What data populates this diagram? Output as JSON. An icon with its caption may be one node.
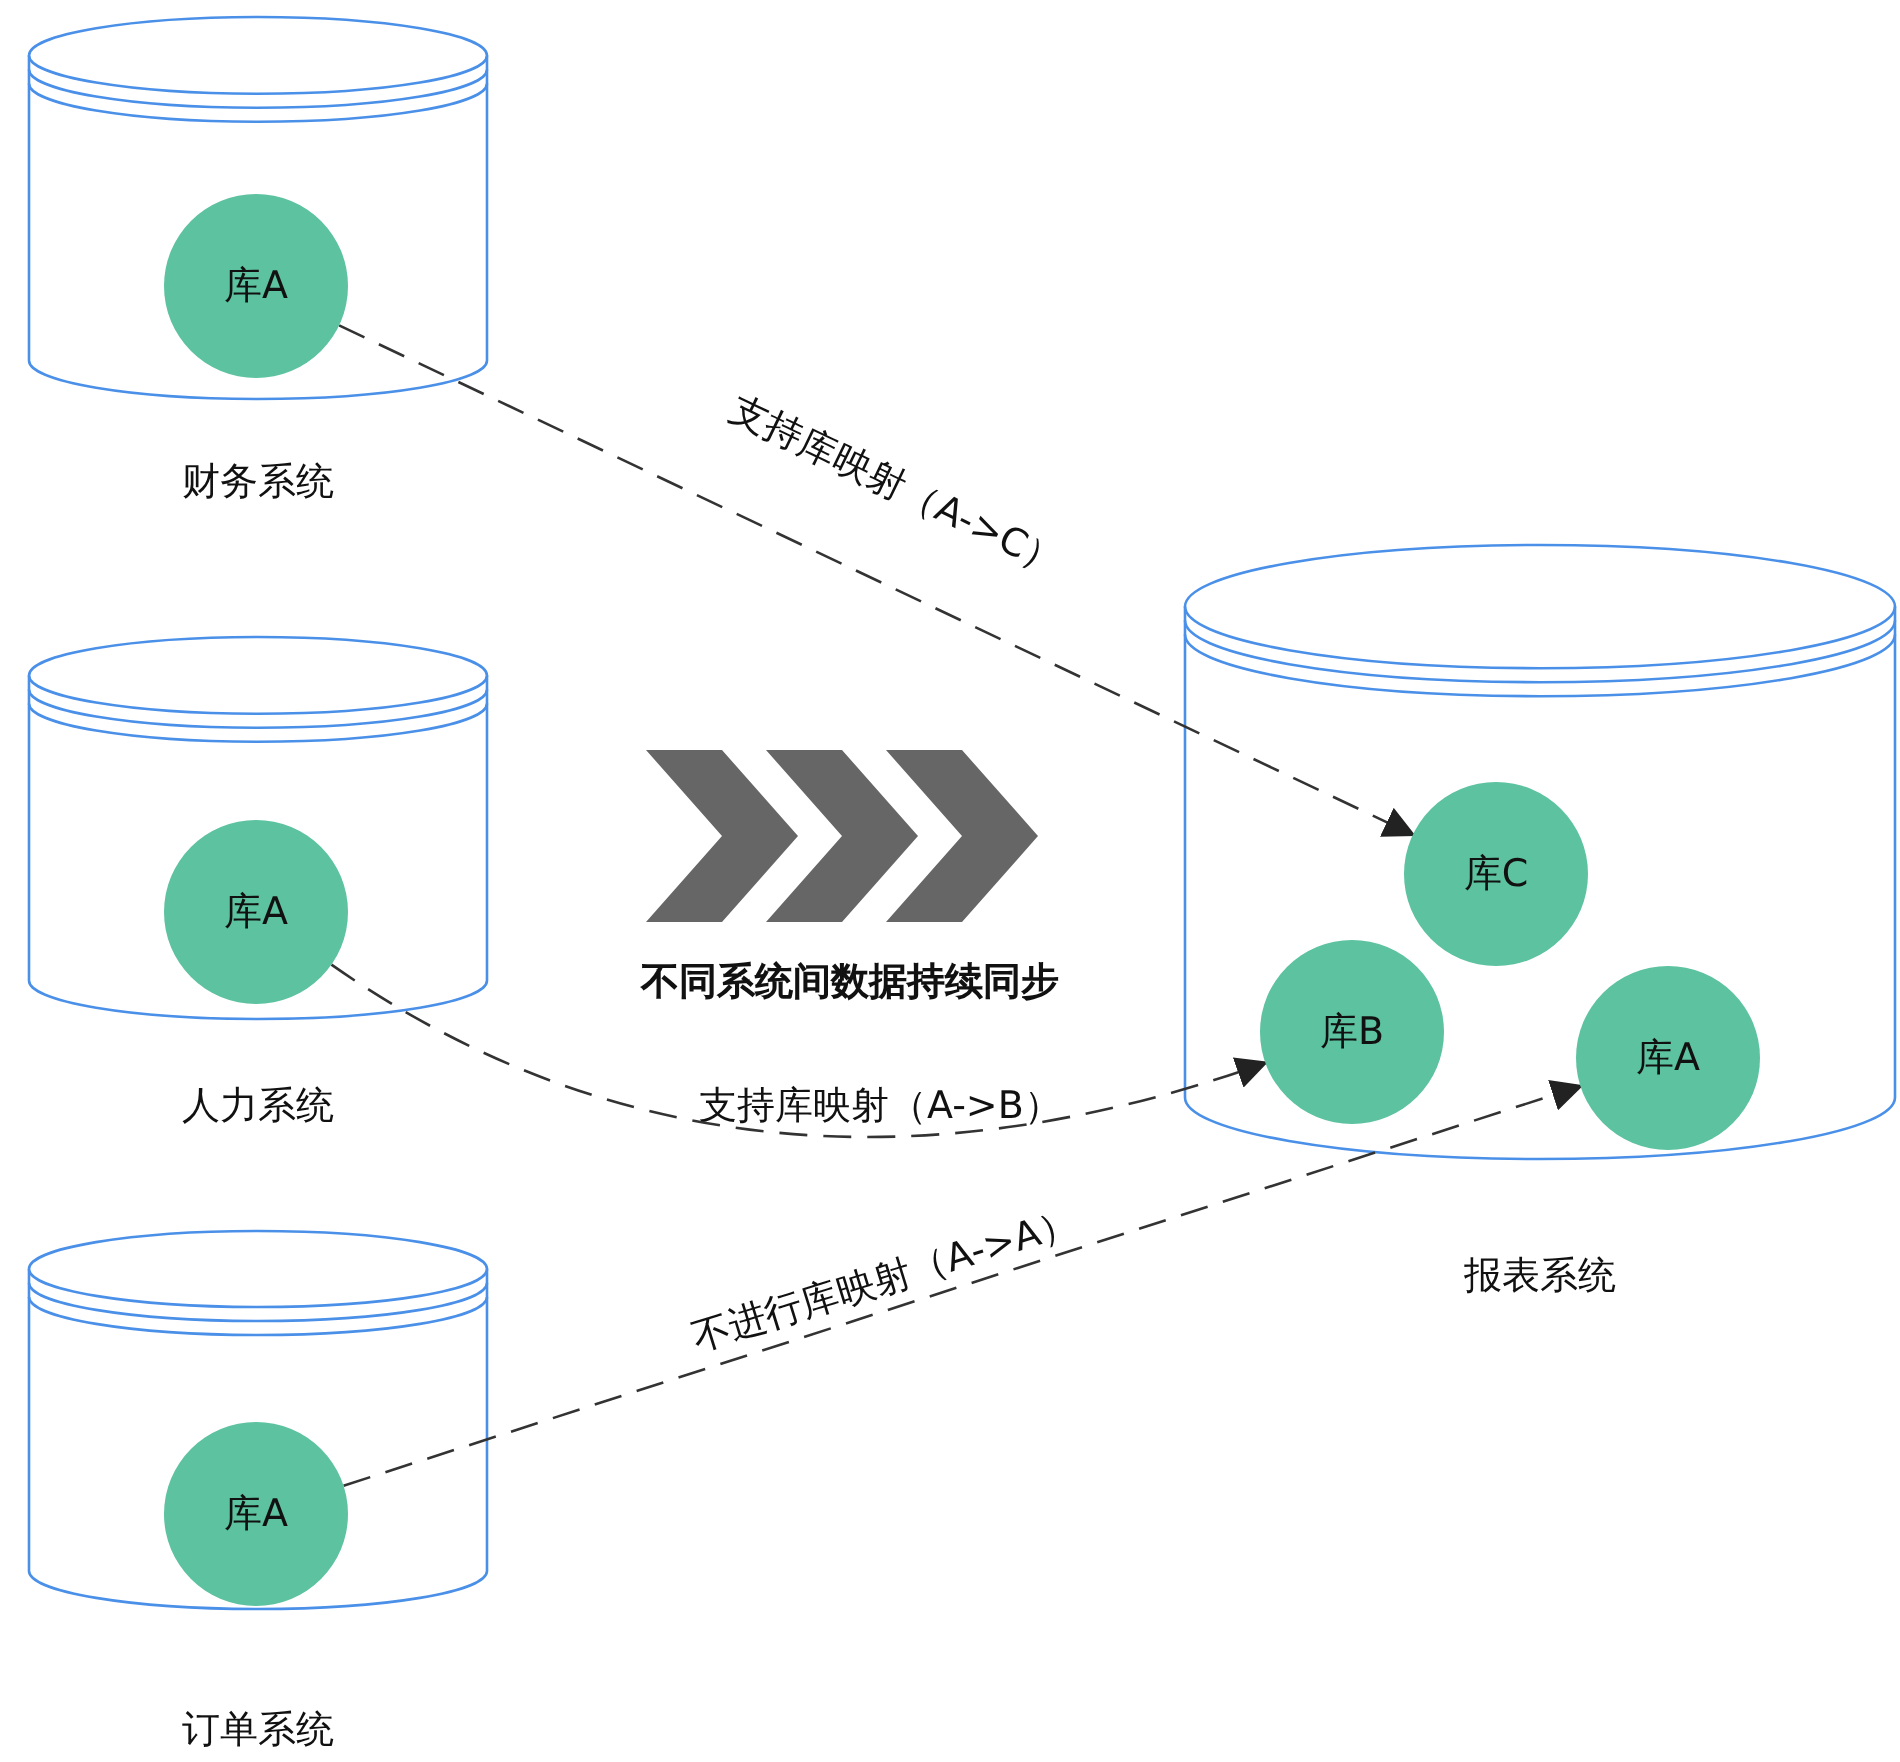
{
  "diagram": {
    "nodes": [
      {
        "text": [
          "财务系统"
        ]
      },
      {
        "text": [
          "库A"
        ],
        "in": 0
      },
      {
        "text": [
          "人力系统"
        ]
      },
      {
        "text": [
          "库A"
        ],
        "in": 2
      },
      {
        "text": [
          "订单系统"
        ]
      },
      {
        "text": [
          "库A"
        ],
        "in": 4
      },
      {
        "text": [
          "报表系统"
        ]
      },
      {
        "text": [
          "库C"
        ],
        "in": 6
      },
      {
        "text": [
          "库B"
        ],
        "in": 6
      },
      {
        "text": [
          "库A"
        ],
        "in": 6
      }
    ],
    "edges": [
      {
        "from": 1,
        "to": 7,
        "arrow": "to",
        "style": "dashed",
        "label": "支持库映射（A->C）"
      },
      {
        "from": 3,
        "to": 8,
        "arrow": "to",
        "style": "dashed",
        "label": "支持库映射（A->B）"
      },
      {
        "from": 5,
        "to": 9,
        "arrow": "to",
        "style": "dashed",
        "label": "不进行库映射（A->A）"
      }
    ],
    "labels": [
      "不同系统间数据持续同步"
    ]
  }
}
